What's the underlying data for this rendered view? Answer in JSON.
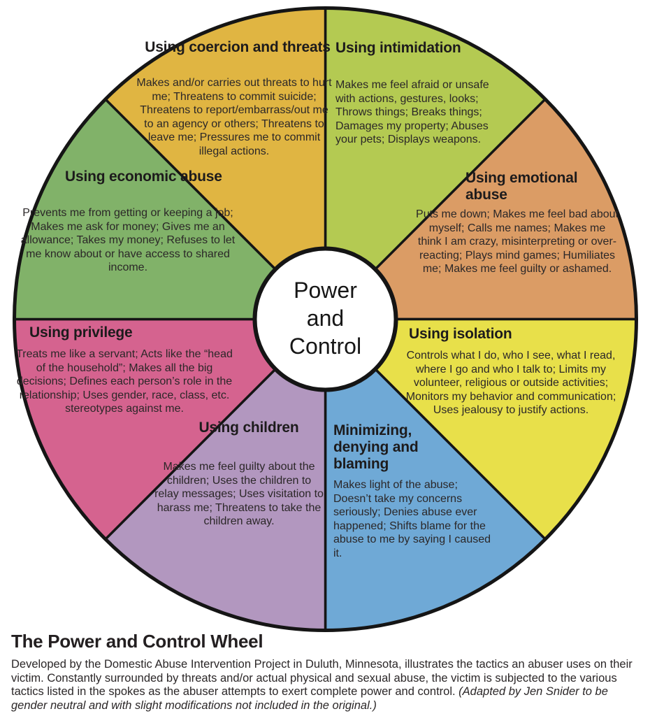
{
  "wheel": {
    "center_label": "Power\nand\nControl",
    "center_fill": "#ffffff",
    "outline_color": "#151515"
  },
  "segments": [
    {
      "id": "coercion-threats",
      "title": "Using coercion and threats",
      "body": "Makes and/or carries out threats to hurt me; Threatens to commit suicide; Threatens to report/embarrass/out me to an agency or others; Threatens to leave me; Pressures me to commit illegal actions.",
      "color": "#E0B542"
    },
    {
      "id": "intimidation",
      "title": "Using intimidation",
      "body": "Makes me feel afraid or unsafe with actions, gestures, looks; Throws things; Breaks things; Damages my property; Abuses your pets; Displays weapons.",
      "color": "#B4CA52"
    },
    {
      "id": "emotional-abuse",
      "title": "Using emotional abuse",
      "body": "Puts me down; Makes me feel bad about myself; Calls me names; Makes me think I am crazy, misinterpreting or over-reacting; Plays mind games; Humiliates me; Makes me feel guilty or ashamed.",
      "color": "#DB9C65"
    },
    {
      "id": "isolation",
      "title": "Using isolation",
      "body": "Controls what I do, who I see, what I read, where I go and who I talk to; Limits my volunteer, religious or outside activities; Monitors my behavior and communication; Uses jealousy to justify actions.",
      "color": "#E8E04A"
    },
    {
      "id": "minimizing-denying-blaming",
      "title": "Minimizing, denying and blaming",
      "body": "Makes light of the abuse; Doesn’t take my concerns seriously; Denies abuse ever happened; Shifts blame for the abuse to me by saying I caused it.",
      "color": "#6FA9D6"
    },
    {
      "id": "children",
      "title": "Using children",
      "body": "Makes me feel guilty about the children; Uses the children to relay messages; Uses visitation to harass me; Threatens to take the children away.",
      "color": "#B297BF"
    },
    {
      "id": "privilege",
      "title": "Using privilege",
      "body": "Treats me like a servant; Acts like the “head of the household”; Makes all the big decisions; Defines each person’s role in the relationship; Uses gender, race, class, etc. stereotypes against me.",
      "color": "#D5638F"
    },
    {
      "id": "economic-abuse",
      "title": "Using economic abuse",
      "body": "Prevents me from getting or keeping a job; Makes me ask for money; Gives me an allowance; Takes my money; Refuses to let me know about or have access to shared income.",
      "color": "#81B269"
    }
  ],
  "caption": {
    "title": "The Power and Control Wheel",
    "body": "Developed by the Domestic Abuse Intervention Project in Duluth, Minnesota, illustrates the tactics an abuser uses on their victim. Constantly surrounded by threats and/or actual physical and sexual abuse, the victim is subjected to the various tactics listed in the spokes as the abuser attempts to exert complete power and control. ",
    "credit": "(Adapted by Jen Snider to be gender neutral and with slight modifications not included in the original.)"
  }
}
